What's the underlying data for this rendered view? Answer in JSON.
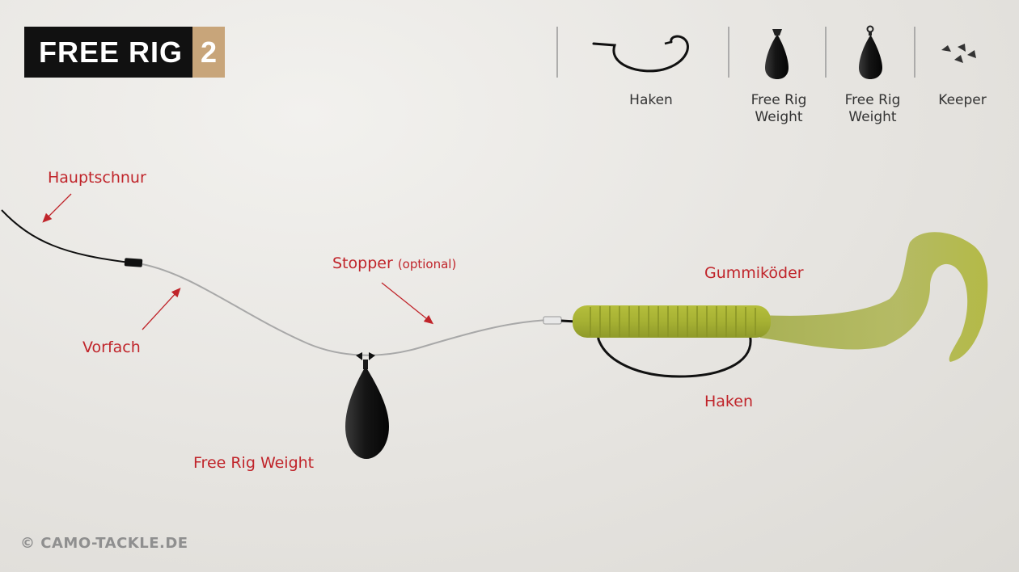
{
  "title": {
    "main": "FREE RIG",
    "number": "2"
  },
  "legend": [
    {
      "icon": "hook-icon",
      "label_line1": "Haken",
      "label_line2": ""
    },
    {
      "icon": "free-rig-weight-icon",
      "label_line1": "Free Rig",
      "label_line2": "Weight"
    },
    {
      "icon": "free-rig-weight-eyelet-icon",
      "label_line1": "Free Rig",
      "label_line2": "Weight"
    },
    {
      "icon": "keeper-beads-icon",
      "label_line1": "Keeper",
      "label_line2": ""
    }
  ],
  "labels": {
    "hauptschnur": "Hauptschnur",
    "vorfach": "Vorfach",
    "stopper": "Stopper",
    "stopper_note": "(optional)",
    "weight": "Free Rig Weight",
    "gummikoeder": "Gummiköder",
    "haken": "Haken"
  },
  "copyright": "© CAMO-TACKLE.DE",
  "colors": {
    "accent_red": "#c0242a",
    "title_bg": "#111111",
    "title_num_bg": "#c8a57a",
    "bait_green": "#a8b43a",
    "weight_black": "#1a1a1a"
  }
}
